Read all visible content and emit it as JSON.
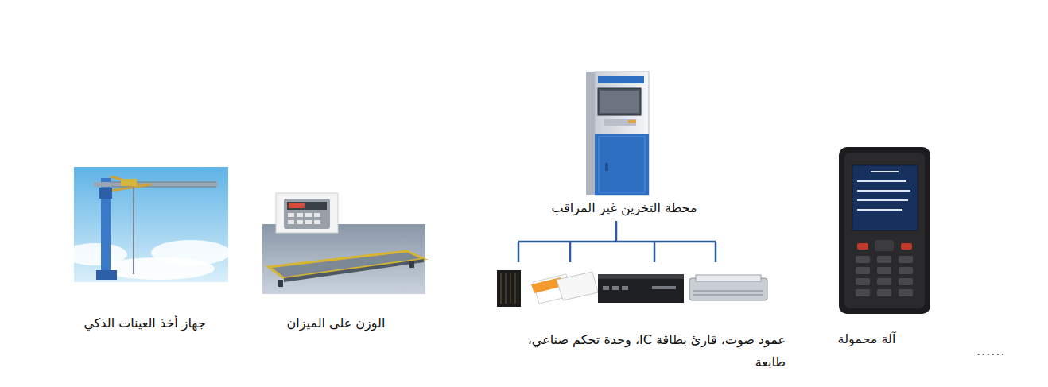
{
  "diagram": {
    "nodes": [
      {
        "text": [
          "جهاز أخذ العينات الذكي"
        ]
      },
      {
        "text": [
          "الوزن على الميزان"
        ]
      },
      {
        "text": [
          "محطة التخزين غير المراقب"
        ]
      },
      {
        "text": [
          "عمود صوت، قارئ بطاقة IC، وحدة تحكم صناعي، طابعة"
        ]
      },
      {
        "text": [
          "آلة محمولة"
        ]
      }
    ],
    "edges": [
      {
        "from": 2,
        "to": 3,
        "arrow": "none"
      }
    ],
    "labels": [
      "......"
    ]
  }
}
